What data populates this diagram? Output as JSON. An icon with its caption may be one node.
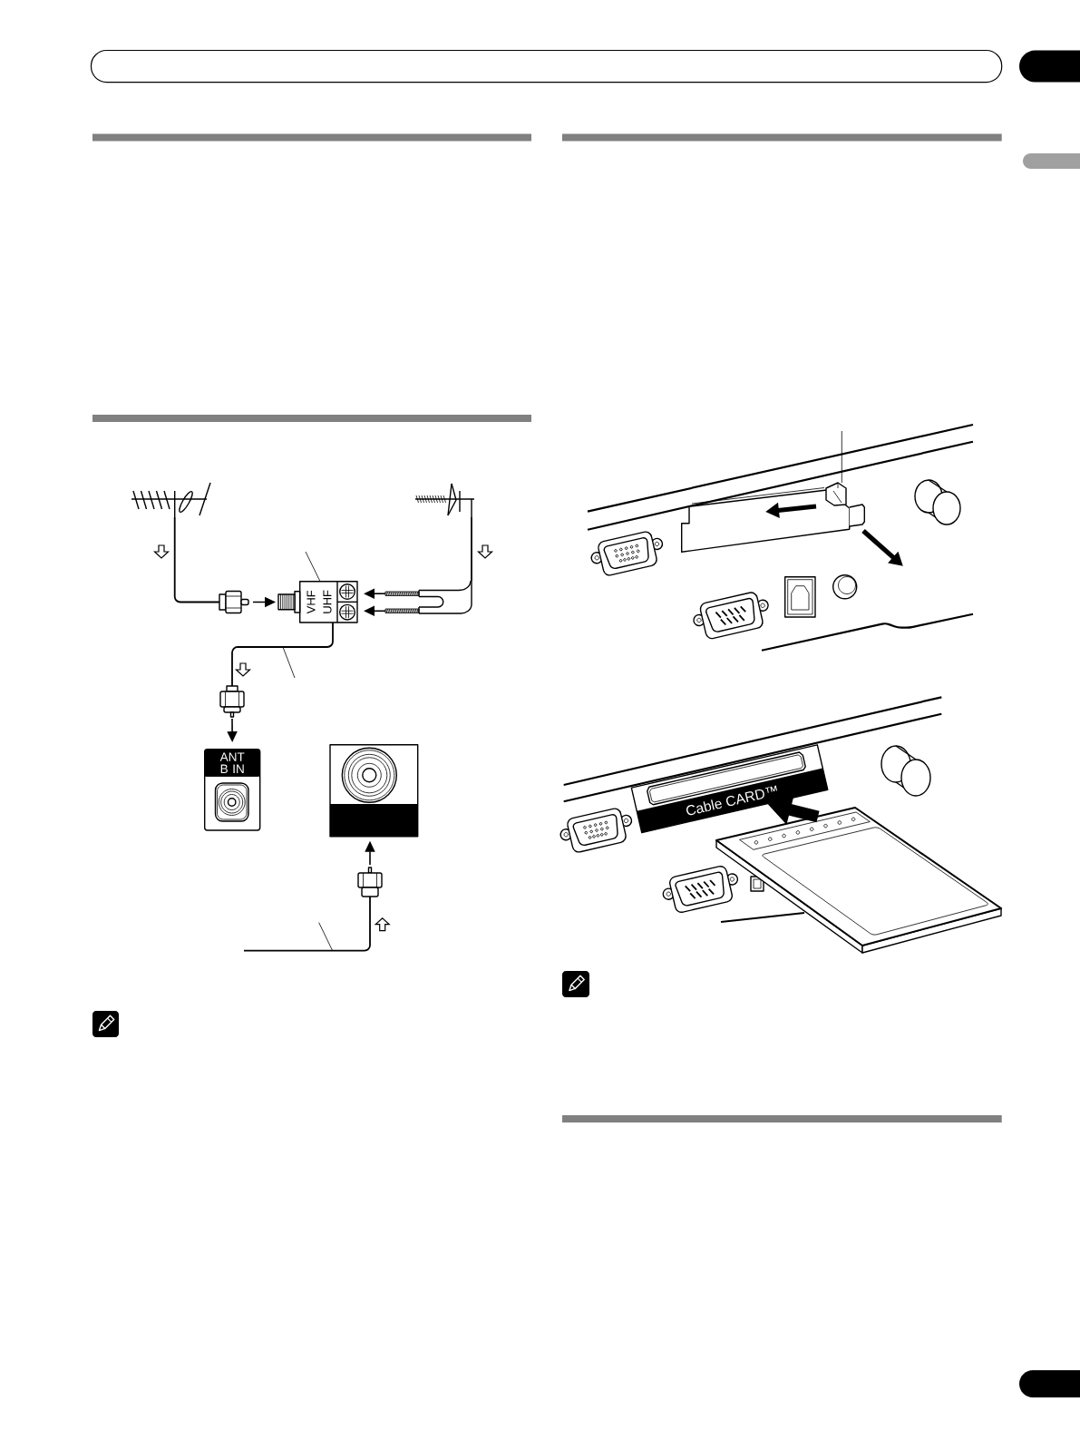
{
  "diagram": {
    "nodes": [
      {
        "text": [],
        "shape": "picture"
      },
      {
        "text": [],
        "shape": "picture"
      },
      {
        "text": [],
        "shape": "picture"
      },
      {
        "text": [
          "VHF",
          "UHF"
        ]
      },
      {
        "text": [],
        "shape": "picture"
      },
      {
        "text": [],
        "shape": "picture"
      },
      {
        "text": [
          "ANT B IN"
        ]
      },
      {
        "text": [],
        "shape": "box"
      },
      {
        "text": [],
        "shape": "picture"
      },
      {
        "text": [],
        "shape": "picture"
      },
      {
        "text": [
          "Cable CARD™"
        ]
      },
      {
        "text": [],
        "shape": "picture"
      }
    ],
    "edges": [
      {
        "from": 0,
        "to": 2,
        "arrow": "none"
      },
      {
        "from": 2,
        "to": 3,
        "arrow": "to"
      },
      {
        "from": 1,
        "to": 4,
        "arrow": "none"
      },
      {
        "from": 4,
        "to": 3,
        "arrow": "to"
      },
      {
        "from": 4,
        "to": 3,
        "arrow": "to"
      },
      {
        "from": null,
        "to": 3,
        "arrow": "none"
      },
      {
        "from": 3,
        "to": 5,
        "arrow": "none"
      },
      {
        "from": 5,
        "to": 6,
        "arrow": "to"
      },
      {
        "from": null,
        "to": 8,
        "arrow": "none"
      },
      {
        "from": 8,
        "to": 7,
        "arrow": "to"
      },
      {
        "from": null,
        "to": 9,
        "arrow": "none"
      },
      {
        "from": 11,
        "to": 10,
        "arrow": "to",
        "style": "thick"
      }
    ]
  }
}
